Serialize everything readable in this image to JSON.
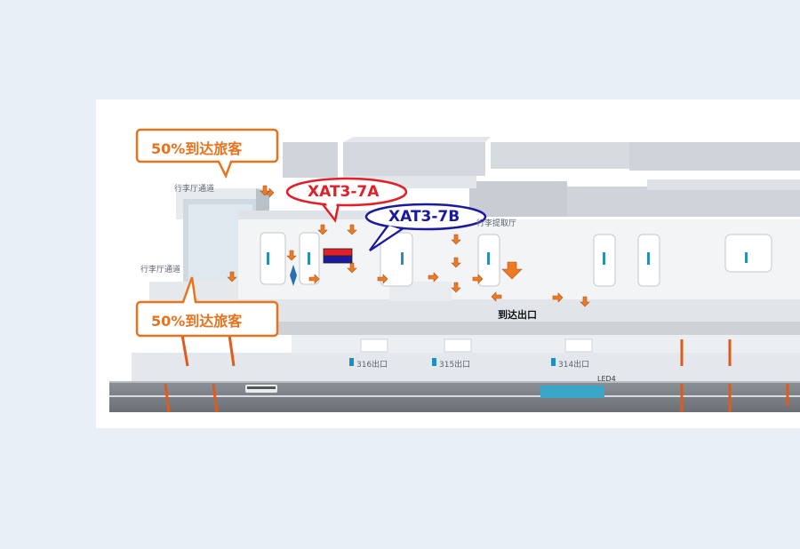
{
  "diagram": {
    "callouts": {
      "top_left": "50%到达旅客",
      "bottom_left": "50%到达旅客",
      "device_a": "XAT3-7A",
      "device_b": "XAT3-7B"
    },
    "labels": {
      "corridor_top": "行李厅通道",
      "corridor_left": "行李厅通道",
      "baggage_hall": "行李提取厅",
      "arrival_exit": "到达出口",
      "exit_316": "316出口",
      "exit_315": "315出口",
      "exit_314": "314出口",
      "led": "LED4"
    },
    "colors": {
      "callout_orange": "#e8731f",
      "device_red": "#e21e26",
      "device_blue": "#1a1aa0",
      "arrow_orange": "#ef7a22",
      "pole_orange": "#e05a1c",
      "led_cyan": "#3aa7c8"
    }
  }
}
